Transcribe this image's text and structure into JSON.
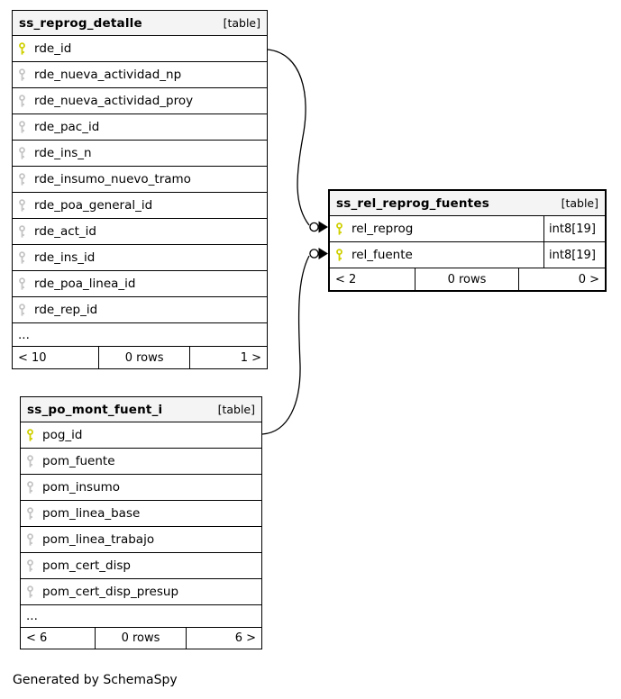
{
  "page": {
    "generated_by": "Generated by SchemaSpy"
  },
  "colors": {
    "primary_key_icon": "#cfcf00",
    "plain_key_icon": "#c4c4c4",
    "header_bg": "#f4f4f4",
    "border": "#000000"
  },
  "tables": [
    {
      "name": "ss_reprog_detalle",
      "kind": "[table]",
      "columns": [
        {
          "name": "rde_id",
          "key": true
        },
        {
          "name": "rde_nueva_actividad_np",
          "key": false
        },
        {
          "name": "rde_nueva_actividad_proy",
          "key": false
        },
        {
          "name": "rde_pac_id",
          "key": false
        },
        {
          "name": "rde_ins_n",
          "key": false
        },
        {
          "name": "rde_insumo_nuevo_tramo",
          "key": false
        },
        {
          "name": "rde_poa_general_id",
          "key": false
        },
        {
          "name": "rde_act_id",
          "key": false
        },
        {
          "name": "rde_ins_id",
          "key": false
        },
        {
          "name": "rde_poa_linea_id",
          "key": false
        },
        {
          "name": "rde_rep_id",
          "key": false
        }
      ],
      "ellipsis": "...",
      "pager": {
        "left": "< 10",
        "center": "0 rows",
        "right": "1 >"
      }
    },
    {
      "name": "ss_rel_reprog_fuentes",
      "kind": "[table]",
      "columns": [
        {
          "name": "rel_reprog",
          "key": true,
          "type": "int8[19]"
        },
        {
          "name": "rel_fuente",
          "key": true,
          "type": "int8[19]"
        }
      ],
      "pager": {
        "left": "< 2",
        "center": "0 rows",
        "right": "0 >"
      }
    },
    {
      "name": "ss_po_mont_fuent_i",
      "kind": "[table]",
      "columns": [
        {
          "name": "pog_id",
          "key": true
        },
        {
          "name": "pom_fuente",
          "key": false
        },
        {
          "name": "pom_insumo",
          "key": false
        },
        {
          "name": "pom_linea_base",
          "key": false
        },
        {
          "name": "pom_linea_trabajo",
          "key": false
        },
        {
          "name": "pom_cert_disp",
          "key": false
        },
        {
          "name": "pom_cert_disp_presup",
          "key": false
        }
      ],
      "ellipsis": "...",
      "pager": {
        "left": "< 6",
        "center": "0 rows",
        "right": "6 >"
      }
    }
  ],
  "relationships": [
    {
      "source_table": "ss_reprog_detalle",
      "source_column": "rde_id",
      "target_table": "ss_rel_reprog_fuentes",
      "target_column": "rel_reprog"
    },
    {
      "source_table": "ss_po_mont_fuent_i",
      "source_column": "pog_id",
      "target_table": "ss_rel_reprog_fuentes",
      "target_column": "rel_fuente"
    }
  ]
}
